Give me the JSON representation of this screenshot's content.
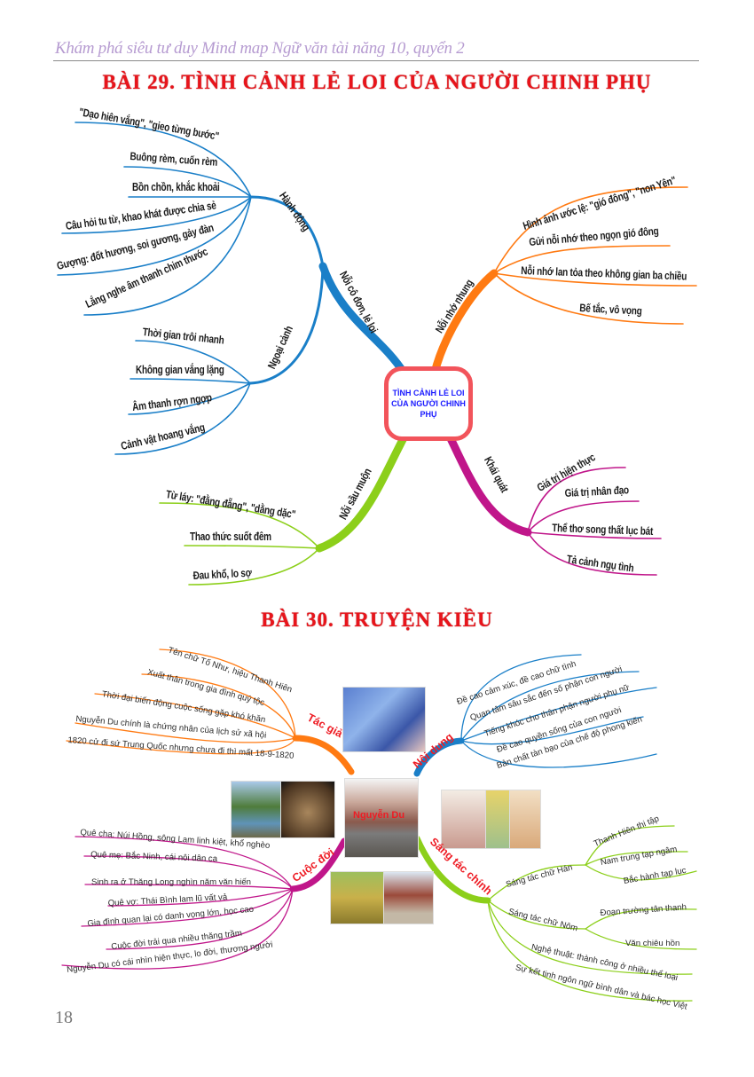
{
  "header": {
    "running_title": "Khám phá siêu tư duy Mind map Ngữ văn tài năng 10, quyển 2"
  },
  "lesson29": {
    "title": "BÀI 29. TÌNH CẢNH LẺ LOI CỦA NGƯỜI CHINH PHỤ",
    "center": "TÌNH CẢNH LẺ LOI CỦA NGƯỜI CHINH PHỤ",
    "branches": {
      "co_don": {
        "label": "Nỗi cô đơn, lẻ loi",
        "hanh_dong": {
          "label": "Hành động",
          "items": [
            "\"Dạo hiên vắng\", \"gieo từng bước\"",
            "Buông rèm, cuốn rèm",
            "Bồn chồn, khắc khoải",
            "Câu hỏi tu từ, khao khát được chia sẻ",
            "Gượng: đốt hương, soi gương, gảy đàn",
            "Lắng nghe âm thanh chim thước"
          ]
        },
        "ngoai_canh": {
          "label": "Ngoại cảnh",
          "items": [
            "Thời gian trôi nhanh",
            "Không gian vắng lặng",
            "Âm thanh rợn ngợp",
            "Cảnh vật hoang vắng"
          ]
        }
      },
      "nho_nhung": {
        "label": "Nỗi nhớ nhung",
        "items": [
          "Hình ảnh ước lệ: \"gió đông\", \"non Yên\"",
          "Gửi nỗi nhớ theo ngọn gió đông",
          "Nỗi nhớ lan tỏa theo không gian ba chiều",
          "Bế tắc, vô vọng"
        ]
      },
      "khai_quat": {
        "label": "Khái quát",
        "items": [
          "Giá trị hiện thực",
          "Giá trị nhân đạo",
          "Thể thơ song thất lục bát",
          "Tả cảnh ngụ tình"
        ]
      },
      "sau_muon": {
        "label": "Nỗi sầu muộn",
        "items": [
          "Từ láy: \"đằng đẵng\", \"dằng dặc\"",
          "Thao thức suốt đêm",
          "Đau khổ, lo sợ"
        ]
      }
    }
  },
  "lesson30": {
    "title": "BÀI 30. TRUYỆN KIỀU",
    "center": "Nguyễn Du",
    "branches": {
      "tac_gia": {
        "label": "Tác giả",
        "items": [
          "Tên chữ Tố Như, hiệu Thanh Hiên",
          "Xuất thân trong gia đình quý tộc",
          "Thời đại biến động cuộc sống gặp khó khăn",
          "Nguyễn Du chính là chứng nhân của lịch sử xã hội",
          "1820 cử đi sứ Trung Quốc nhưng chưa đi thì mất 18-9-1820"
        ]
      },
      "noi_dung": {
        "label": "Nội dung",
        "items": [
          "Đề cao cảm xúc, đề cao chữ tình",
          "Quan tâm sâu sắc đến số phận con người",
          "Tiếng khóc cho thân phận người phụ nữ",
          "Đề cao quyền sống của con người",
          "Bản chất tàn bạo của chế độ phong kiến"
        ]
      },
      "cuoc_doi": {
        "label": "Cuộc đời",
        "items": [
          "Quê cha: Núi Hồng, sông Lam linh kiệt, khổ nghèo",
          "Quê mẹ: Bắc Ninh, cái nôi dân ca",
          "Sinh ra ở Thăng Long nghìn năm văn hiến",
          "Quê vợ: Thái Bình lam lũ vất vả",
          "Gia đình quan lại có danh vọng lớn, học cao",
          "Cuộc đời trải qua nhiều thăng trầm",
          "Nguyễn Du có cái nhìn hiện thực, lo đời, thương người"
        ]
      },
      "sang_tac": {
        "label": "Sáng tác chính",
        "chu_han": {
          "label": "Sáng tác chữ Hán",
          "items": [
            "Thanh Hiên thi tập",
            "Nam trung tạp ngâm",
            "Bắc hành tạp lục"
          ]
        },
        "chu_nom": {
          "label": "Sáng tác chữ Nôm",
          "items": [
            "Đoạn trường tân thanh",
            "Văn chiêu hồn"
          ]
        },
        "items": [
          "Nghệ thuật: thành công ở nhiều thể loại",
          "Sự kết tinh ngôn ngữ bình dân và bác học Việt"
        ]
      }
    }
  },
  "page_number": "18",
  "colors": {
    "blue": "#1a7fc8",
    "orange": "#ff7a12",
    "magenta": "#c0168a",
    "green": "#8ccf1a",
    "title_red": "#e8141b",
    "center_border": "#f2545b"
  }
}
